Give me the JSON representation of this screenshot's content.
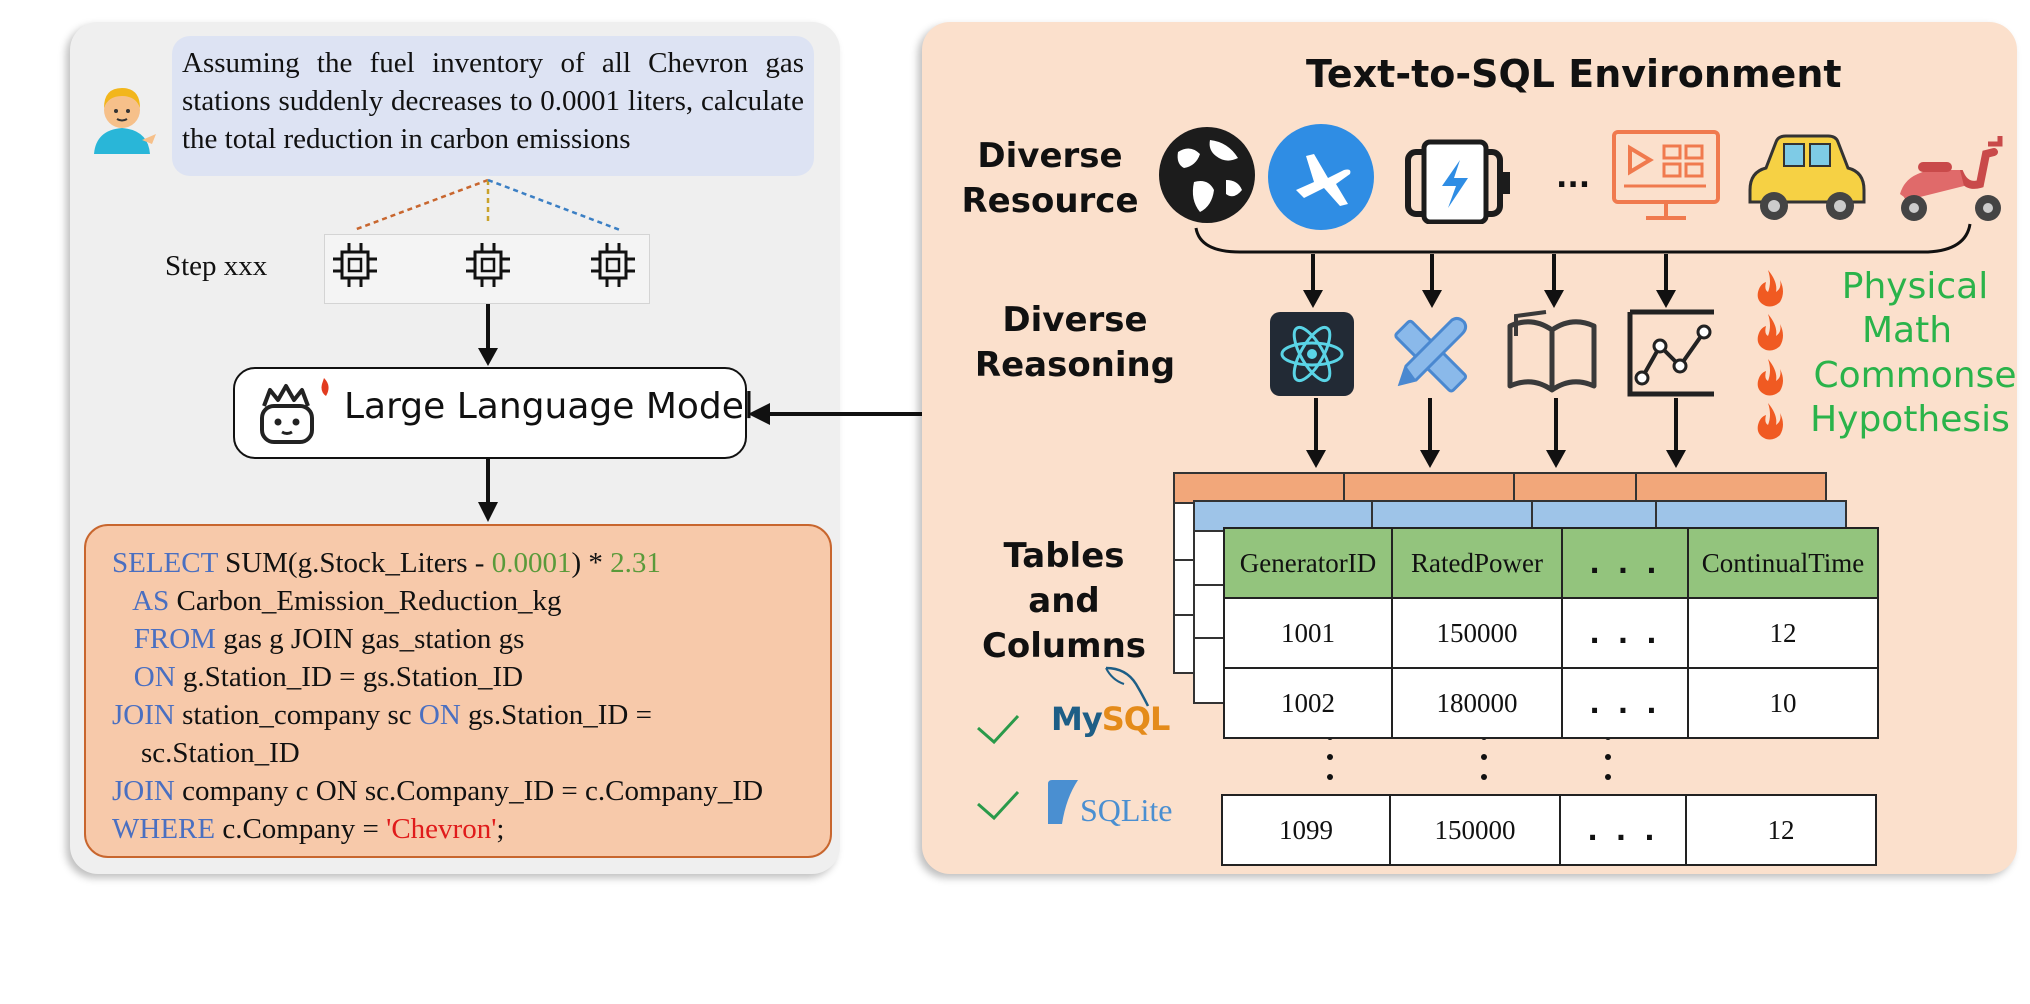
{
  "question": "Assuming the fuel inventory of all Chevron gas stations suddenly decreases to 0.0001 liters, calculate the total reduction in carbon emissions",
  "step_label": "Step xxx",
  "llm_label": "Large Language Model",
  "sql": {
    "line1": {
      "kw1": "SELECT",
      "t1": " SUM(g.Stock_Liters - ",
      "n1": "0.0001",
      "t2": ") * ",
      "n2": "2.31"
    },
    "line2": {
      "indent": "   ",
      "kw": "AS",
      "t": " Carbon_Emission_Reduction_kg"
    },
    "line3": {
      "indent": "   ",
      "kw": "FROM",
      "t": " gas g JOIN gas_station gs"
    },
    "line4": {
      "indent": "   ",
      "kw": "ON",
      "t": " g.Station_ID = gs.Station_ID"
    },
    "line5": {
      "kw1": "JOIN",
      "t1": " station_company sc ",
      "kw2": "ON",
      "t2": " gs.Station_ID ="
    },
    "line6": {
      "t": "    sc.Station_ID"
    },
    "line7": {
      "kw": "JOIN",
      "t": " company c ON sc.Company_ID = c.Company_ID"
    },
    "line8": {
      "kw": "WHERE",
      "t1": " c.Company = ",
      "s": "'Chevron'",
      "t2": ";"
    }
  },
  "environment_title": "Text-to-SQL Environment",
  "resource_label": "Diverse Resource",
  "reasoning_label": "Diverse Reasoning",
  "tables_label": "Tables and Columns",
  "resource_icons": [
    "globe-icon",
    "airplane-icon",
    "battery-icon",
    "monitor-icon",
    "car-icon",
    "scooter-icon"
  ],
  "resource_ellipsis": "...",
  "reasoning_icons": [
    "atom-icon",
    "pencil-ruler-icon",
    "book-icon",
    "line-chart-icon"
  ],
  "reasoning_types": [
    "Physical",
    "Math",
    "Commonse",
    "Hypothesis"
  ],
  "table": {
    "headers": [
      "GeneratorID",
      "RatedPower",
      ". . .",
      "ContinualTime"
    ],
    "rows": [
      [
        "1001",
        "150000",
        ". . .",
        "12"
      ],
      [
        "1002",
        "180000",
        ". . .",
        "10"
      ]
    ],
    "last_row": [
      "1099",
      "150000",
      ". . .",
      "12"
    ]
  },
  "db_logos": {
    "mysql_my": "My",
    "mysql_sql": "SQL",
    "sqlite": "SQLite"
  },
  "colors": {
    "keyword": "#4a6fc1",
    "number": "#5a9a3a",
    "string": "#e01b1b",
    "reasoning_text": "#2ab34a",
    "table_header": "#93c47d",
    "left_panel": "#efefef",
    "right_panel": "#fbe0cc",
    "sql_box": "#f7c9aa"
  }
}
